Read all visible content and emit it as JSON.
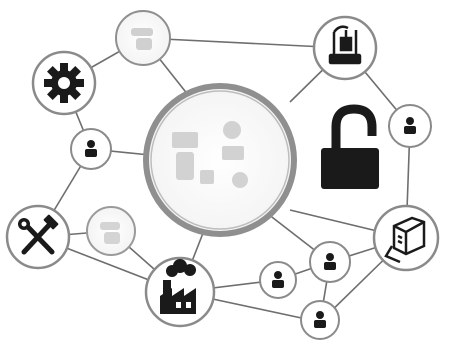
{
  "diagram": {
    "nodes": [
      {
        "id": "hub",
        "icon": "faded-devices-icon"
      },
      {
        "id": "top-faded",
        "icon": "faded-hand-icon"
      },
      {
        "id": "gear",
        "icon": "gear-icon"
      },
      {
        "id": "user-left",
        "icon": "user-icon"
      },
      {
        "id": "tools",
        "icon": "hammer-wrench-icon"
      },
      {
        "id": "left-faded",
        "icon": "faded-hand-icon"
      },
      {
        "id": "factory",
        "icon": "factory-icon"
      },
      {
        "id": "lab",
        "icon": "lab-equipment-icon"
      },
      {
        "id": "lock",
        "icon": "unlocked-padlock-icon"
      },
      {
        "id": "user-right",
        "icon": "user-icon"
      },
      {
        "id": "machine",
        "icon": "printer-machine-icon"
      },
      {
        "id": "user-bottom-a",
        "icon": "user-icon"
      },
      {
        "id": "user-bottom-b",
        "icon": "user-icon"
      },
      {
        "id": "user-bottom-c",
        "icon": "user-icon"
      }
    ],
    "edges": [
      [
        "top-faded",
        "gear"
      ],
      [
        "top-faded",
        "hub"
      ],
      [
        "top-faded",
        "lab"
      ],
      [
        "gear",
        "user-left"
      ],
      [
        "user-left",
        "hub"
      ],
      [
        "user-left",
        "tools"
      ],
      [
        "tools",
        "left-faded"
      ],
      [
        "tools",
        "factory"
      ],
      [
        "left-faded",
        "factory"
      ],
      [
        "factory",
        "hub"
      ],
      [
        "factory",
        "user-bottom-b"
      ],
      [
        "factory",
        "user-bottom-c"
      ],
      [
        "hub",
        "lab"
      ],
      [
        "hub",
        "machine"
      ],
      [
        "lab",
        "user-right"
      ],
      [
        "user-right",
        "machine"
      ],
      [
        "machine",
        "user-bottom-a"
      ],
      [
        "machine",
        "user-bottom-c"
      ],
      [
        "user-bottom-a",
        "user-bottom-b"
      ],
      [
        "user-bottom-a",
        "user-bottom-c"
      ],
      [
        "hub",
        "user-bottom-a"
      ]
    ],
    "colors": {
      "line": "#6e6e6e",
      "ring": "#8a8a8a",
      "icon": "#1a1a1a",
      "faded": "#cfcfcf"
    }
  }
}
